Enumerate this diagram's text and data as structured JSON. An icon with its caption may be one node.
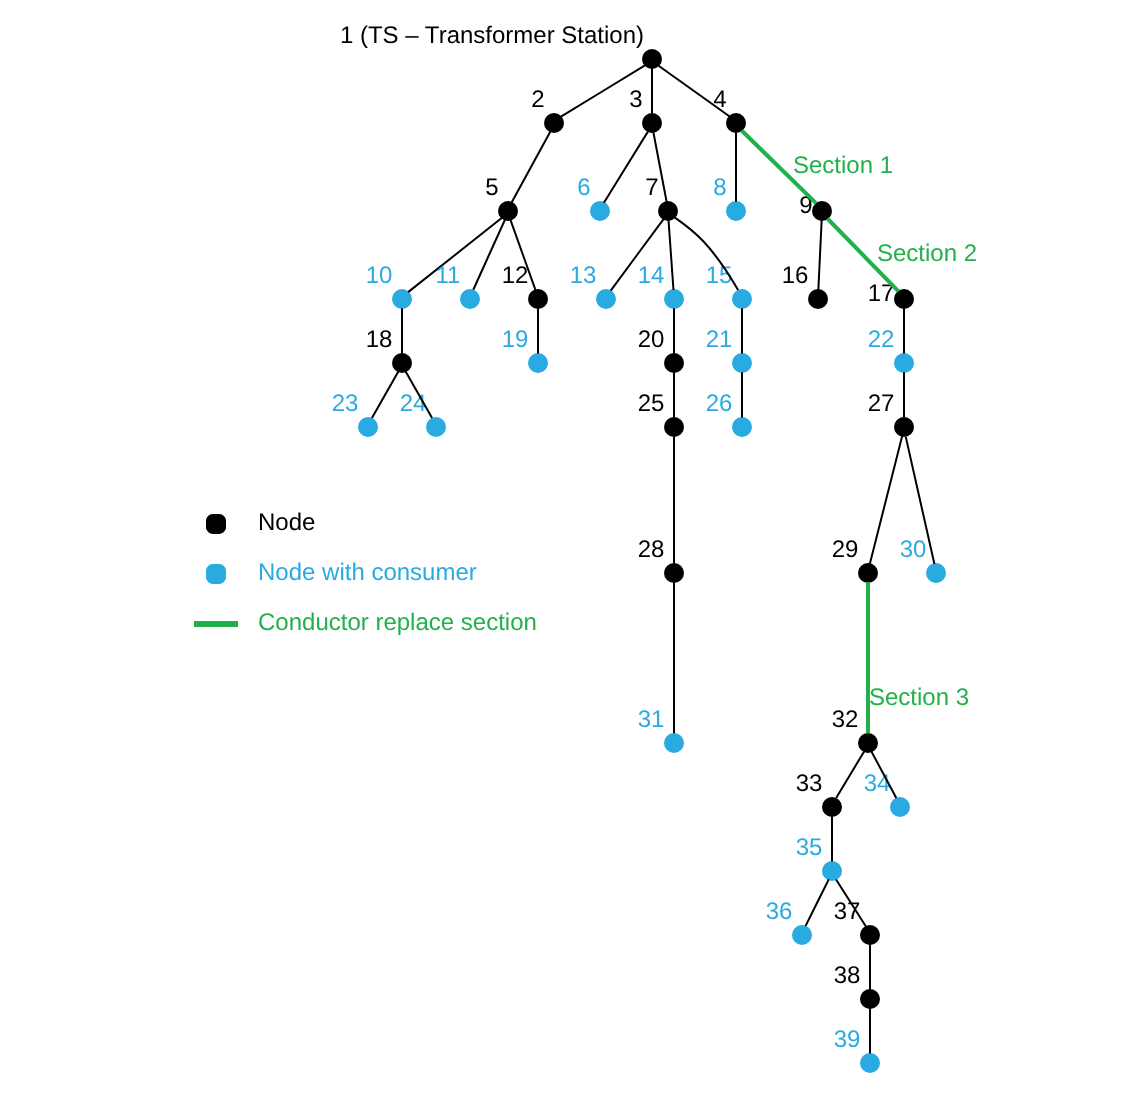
{
  "diagram": {
    "nodes": [
      {
        "text": [],
        "shape": "circle",
        "beside": [
          "1 (TS – Transformer Station)"
        ]
      },
      {
        "text": [],
        "shape": "circle",
        "beside": [
          "2"
        ]
      },
      {
        "text": [],
        "shape": "circle",
        "beside": [
          "3"
        ]
      },
      {
        "text": [],
        "shape": "circle",
        "beside": [
          "4"
        ]
      },
      {
        "text": [],
        "shape": "circle",
        "beside": [
          "5"
        ]
      },
      {
        "text": [],
        "shape": "circle",
        "beside": [
          "6"
        ]
      },
      {
        "text": [],
        "shape": "circle",
        "beside": [
          "7"
        ]
      },
      {
        "text": [],
        "shape": "circle",
        "beside": [
          "8"
        ]
      },
      {
        "text": [],
        "shape": "circle",
        "beside": [
          "9"
        ]
      },
      {
        "text": [],
        "shape": "circle",
        "beside": [
          "10"
        ]
      },
      {
        "text": [],
        "shape": "circle",
        "beside": [
          "11"
        ]
      },
      {
        "text": [],
        "shape": "circle",
        "beside": [
          "12"
        ]
      },
      {
        "text": [],
        "shape": "circle",
        "beside": [
          "13"
        ]
      },
      {
        "text": [],
        "shape": "circle",
        "beside": [
          "14"
        ]
      },
      {
        "text": [],
        "shape": "circle",
        "beside": [
          "15"
        ]
      },
      {
        "text": [],
        "shape": "circle",
        "beside": [
          "16"
        ]
      },
      {
        "text": [],
        "shape": "circle",
        "beside": [
          "17"
        ]
      },
      {
        "text": [],
        "shape": "circle",
        "beside": [
          "18"
        ]
      },
      {
        "text": [],
        "shape": "circle",
        "beside": [
          "19"
        ]
      },
      {
        "text": [],
        "shape": "circle",
        "beside": [
          "20"
        ]
      },
      {
        "text": [],
        "shape": "circle",
        "beside": [
          "21"
        ]
      },
      {
        "text": [],
        "shape": "circle",
        "beside": [
          "22"
        ]
      },
      {
        "text": [],
        "shape": "circle",
        "beside": [
          "23"
        ]
      },
      {
        "text": [],
        "shape": "circle",
        "beside": [
          "24"
        ]
      },
      {
        "text": [],
        "shape": "circle",
        "beside": [
          "25"
        ]
      },
      {
        "text": [],
        "shape": "circle",
        "beside": [
          "26"
        ]
      },
      {
        "text": [],
        "shape": "circle",
        "beside": [
          "27"
        ]
      },
      {
        "text": [],
        "shape": "circle",
        "beside": [
          "28"
        ]
      },
      {
        "text": [],
        "shape": "circle",
        "beside": [
          "29"
        ]
      },
      {
        "text": [],
        "shape": "circle",
        "beside": [
          "30"
        ]
      },
      {
        "text": [],
        "shape": "circle",
        "beside": [
          "31"
        ]
      },
      {
        "text": [],
        "shape": "circle",
        "beside": [
          "32"
        ]
      },
      {
        "text": [],
        "shape": "circle",
        "beside": [
          "33"
        ]
      },
      {
        "text": [],
        "shape": "circle",
        "beside": [
          "34"
        ]
      },
      {
        "text": [],
        "shape": "circle",
        "beside": [
          "35"
        ]
      },
      {
        "text": [],
        "shape": "circle",
        "beside": [
          "36"
        ]
      },
      {
        "text": [],
        "shape": "circle",
        "beside": [
          "37"
        ]
      },
      {
        "text": [],
        "shape": "circle",
        "beside": [
          "38"
        ]
      },
      {
        "text": [],
        "shape": "circle",
        "beside": [
          "39"
        ]
      }
    ],
    "edges": [
      {
        "from": 0,
        "to": 1,
        "arrow": "none"
      },
      {
        "from": 0,
        "to": 2,
        "arrow": "none"
      },
      {
        "from": 0,
        "to": 3,
        "arrow": "none"
      },
      {
        "from": 1,
        "to": 4,
        "arrow": "none"
      },
      {
        "from": 2,
        "to": 5,
        "arrow": "none"
      },
      {
        "from": 2,
        "to": 6,
        "arrow": "none"
      },
      {
        "from": 3,
        "to": 7,
        "arrow": "none"
      },
      {
        "from": 3,
        "to": 8,
        "arrow": "none",
        "label": "Section 1",
        "color": "#22b04b"
      },
      {
        "from": 4,
        "to": 9,
        "arrow": "none"
      },
      {
        "from": 4,
        "to": 10,
        "arrow": "none"
      },
      {
        "from": 4,
        "to": 11,
        "arrow": "none"
      },
      {
        "from": 6,
        "to": 12,
        "arrow": "none"
      },
      {
        "from": 6,
        "to": 13,
        "arrow": "none"
      },
      {
        "from": 6,
        "to": 14,
        "arrow": "none"
      },
      {
        "from": 8,
        "to": 15,
        "arrow": "none"
      },
      {
        "from": 8,
        "to": 16,
        "arrow": "none",
        "label": "Section 2",
        "color": "#22b04b"
      },
      {
        "from": 9,
        "to": 17,
        "arrow": "none"
      },
      {
        "from": 11,
        "to": 18,
        "arrow": "none"
      },
      {
        "from": 13,
        "to": 19,
        "arrow": "none"
      },
      {
        "from": 14,
        "to": 20,
        "arrow": "none"
      },
      {
        "from": 16,
        "to": 21,
        "arrow": "none"
      },
      {
        "from": 17,
        "to": 22,
        "arrow": "none"
      },
      {
        "from": 17,
        "to": 23,
        "arrow": "none"
      },
      {
        "from": 19,
        "to": 24,
        "arrow": "none"
      },
      {
        "from": 20,
        "to": 25,
        "arrow": "none"
      },
      {
        "from": 21,
        "to": 26,
        "arrow": "none"
      },
      {
        "from": 24,
        "to": 27,
        "arrow": "none"
      },
      {
        "from": 26,
        "to": 28,
        "arrow": "none"
      },
      {
        "from": 26,
        "to": 29,
        "arrow": "none"
      },
      {
        "from": 27,
        "to": 30,
        "arrow": "none"
      },
      {
        "from": 28,
        "to": 31,
        "arrow": "none",
        "label": "Section 3",
        "color": "#22b04b"
      },
      {
        "from": 31,
        "to": 32,
        "arrow": "none"
      },
      {
        "from": 31,
        "to": 33,
        "arrow": "none"
      },
      {
        "from": 32,
        "to": 34,
        "arrow": "none"
      },
      {
        "from": 34,
        "to": 35,
        "arrow": "none"
      },
      {
        "from": 34,
        "to": 36,
        "arrow": "none"
      },
      {
        "from": 36,
        "to": 37,
        "arrow": "none"
      },
      {
        "from": 37,
        "to": 38,
        "arrow": "none"
      }
    ],
    "legend": [
      {
        "text": "Node",
        "color": "#000000"
      },
      {
        "text": "Node with consumer",
        "color": "#29abe2"
      },
      {
        "text": "Conductor replace section"
      }
    ]
  }
}
